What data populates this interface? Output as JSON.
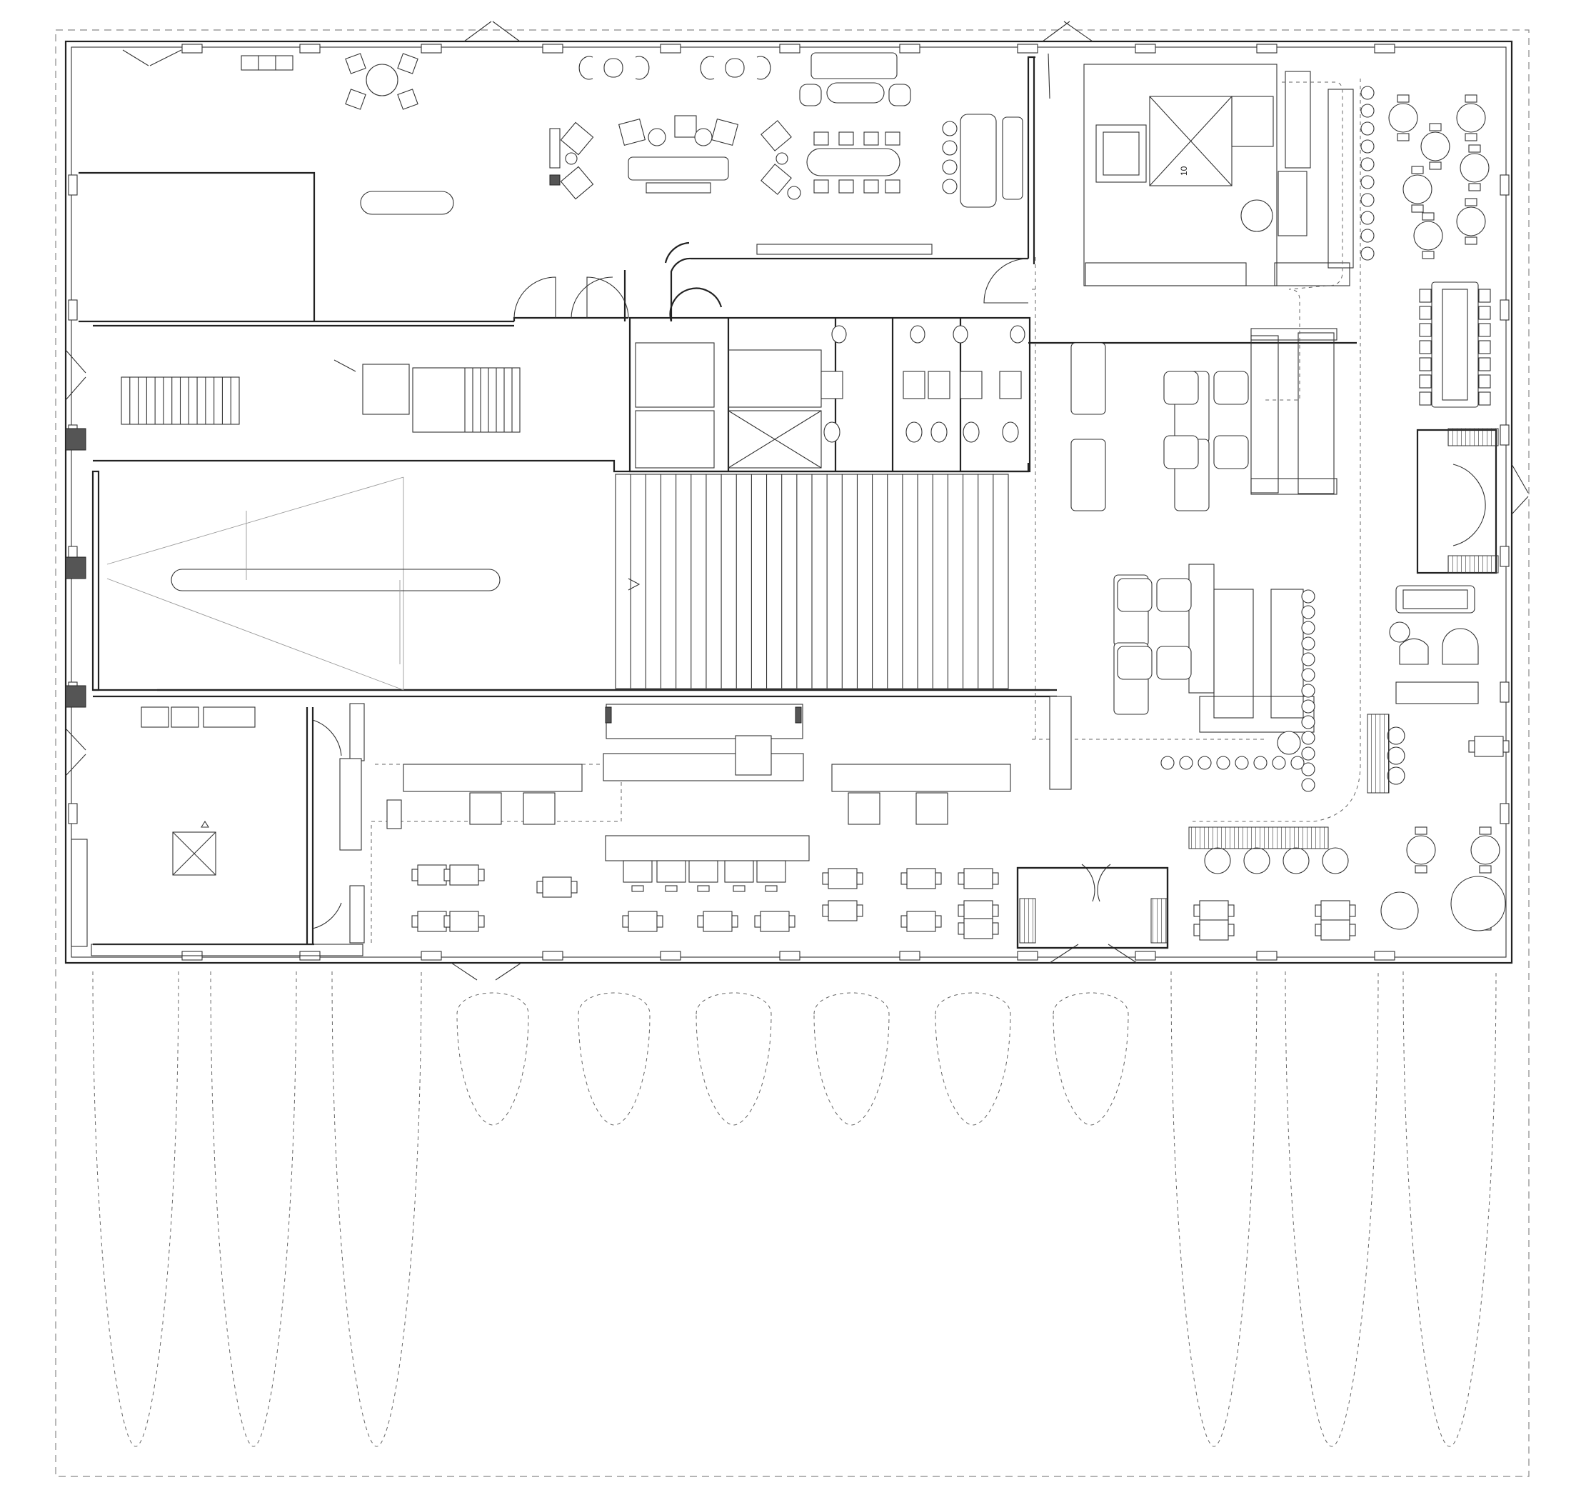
{
  "drawing": {
    "type": "architectural-floor-plan",
    "labels": {
      "stair_number": "10"
    },
    "symbols": [
      "door-swing",
      "stair",
      "toilet",
      "sink",
      "dining-table",
      "chair",
      "sofa",
      "kitchen-counter",
      "elevator",
      "column"
    ]
  }
}
